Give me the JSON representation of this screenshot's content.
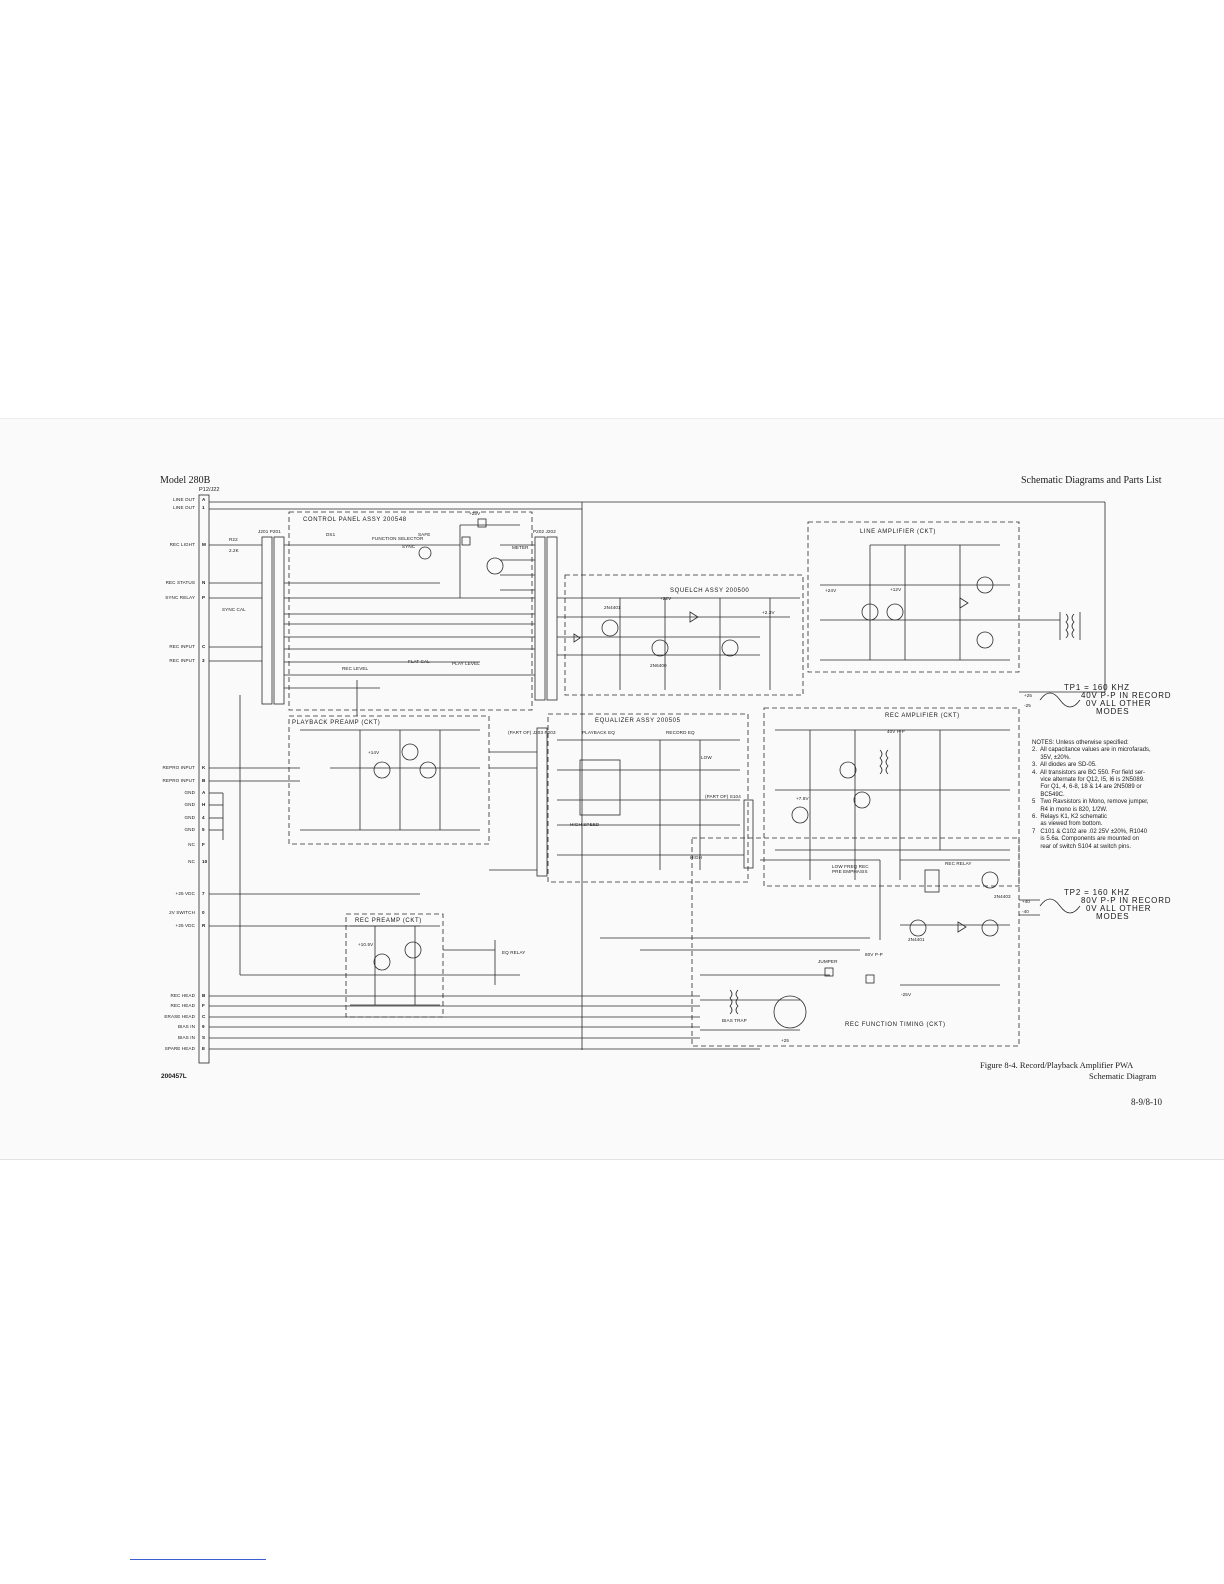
{
  "header": {
    "model": "Model 280B",
    "section": "Schematic Diagrams and Parts List"
  },
  "plug": "P12/J22",
  "connector_pins": [
    {
      "label": "LINE OUT",
      "pin": "A"
    },
    {
      "label": "LINE OUT",
      "pin": "1"
    },
    {
      "label": "REC LIGHT",
      "pin": "M"
    },
    {
      "label": "REC STATUS",
      "pin": "N"
    },
    {
      "label": "SYNC RELAY",
      "pin": "P"
    },
    {
      "label": "REC INPUT",
      "pin": "C"
    },
    {
      "label": "REC INPUT",
      "pin": "3"
    },
    {
      "label": "REPRO INPUT",
      "pin": "K"
    },
    {
      "label": "REPRO INPUT",
      "pin": "B"
    },
    {
      "label": "GND",
      "pin": "A"
    },
    {
      "label": "GND",
      "pin": "H"
    },
    {
      "label": "GND",
      "pin": "4"
    },
    {
      "label": "GND",
      "pin": "5"
    },
    {
      "label": "NC",
      "pin": "F"
    },
    {
      "label": "NC",
      "pin": "10"
    },
    {
      "label": "+25 VDC",
      "pin": "7"
    },
    {
      "label": "2V SWITCH",
      "pin": "0"
    },
    {
      "label": "+25 VDC",
      "pin": "R"
    },
    {
      "label": "REC HEAD",
      "pin": "B"
    },
    {
      "label": "REC HEAD",
      "pin": "F"
    },
    {
      "label": "ERASE HEAD",
      "pin": "C"
    },
    {
      "label": "BIAS IN",
      "pin": "9"
    },
    {
      "label": "BIAS IN",
      "pin": "S"
    },
    {
      "label": "SPARE HEAD",
      "pin": "E"
    }
  ],
  "blocks": {
    "control_panel": "CONTROL PANEL ASSY 200548",
    "squelch": "SQUELCH ASSY 200500",
    "line_amplifier": "LINE AMPLIFIER (CKT)",
    "playback_preamp": "PLAYBACK PREAMP (CKT)",
    "equalizer": "EQUALIZER ASSY 200505",
    "rec_amplifier": "REC AMPLIFIER (CKT)",
    "rec_preamp": "REC PREAMP (CKT)",
    "rec_function_timing": "REC FUNCTION TIMING (CKT)"
  },
  "connectors": {
    "j201": "J201 P201",
    "p202": "P202 J202",
    "part_of_1": "(PART OF) J203 P203",
    "part_of_2": "(PART OF) S104"
  },
  "component_labels": {
    "r22": "R22",
    "r22_val": "2.2K",
    "ds1": "DS1",
    "function_selector": "FUNCTION SELECTOR",
    "safe": "SAFE",
    "sync": "SYNC",
    "meter": "METER",
    "flat_cal": "FLAT CAL",
    "play_level": "PLAY LEVEL",
    "rec_level": "REC LEVEL",
    "sync_cal": "SYNC CAL",
    "playback_eq": "PLAYBACK EQ",
    "record_eq": "RECORD EQ",
    "low": "LOW",
    "high": "HIGH",
    "high_speed": "HIGH SPEED",
    "low_freq_rec_pre_emphasis": "LOW FREQ REC PRE EMPHASIS",
    "rec_relay": "REC RELAY",
    "eq_relay": "EQ RELAY",
    "bias_trap": "BIAS TRAP",
    "jumper": "JUMPER",
    "q3": "2N4401",
    "q4": "2N6400",
    "q5": "2N4403",
    "q6": "2N4401"
  },
  "voltages": {
    "v1": "+25V",
    "v2": "+2.3V",
    "v3": "+24V",
    "v4": "+10.5V",
    "v5": "+14V",
    "v6": "+12V",
    "v7": "+7.8V",
    "v8": "+22V",
    "v9": "80V P-P",
    "v10": "40V P-P",
    "v11": "-25V",
    "v12": "+25"
  },
  "test_points": [
    {
      "name": "TP1",
      "line1": "TP1 = 160 KHZ",
      "line2": "40V P-P  IN RECORD",
      "line3": "0V ALL OTHER",
      "line4": "MODES",
      "left_top": "+25",
      "left_bottom": "-25"
    },
    {
      "name": "TP2",
      "line1": "TP2 = 160 KHZ",
      "line2": "80V P-P  IN RECORD",
      "line3": "0V ALL OTHER",
      "line4": "MODES",
      "left_top": "+40",
      "left_bottom": "-40"
    }
  ],
  "notes": {
    "heading": "NOTES:  Unless otherwise specified:",
    "items": [
      "2.  All capacitance values are in microfarads,",
      "     35V, ±20%.",
      "3.  All diodes are SD-05.",
      "4.  All transistors are BC 550. For field ser-",
      "     vice alternate for Q12, I5, I6 is 2N5089.",
      "     For Q1, 4, 6-8, 18 & 14 are 2N5089 or",
      "     BC549C.",
      "5   Two Ravsistors in Mono, remove jumper,",
      "     R4 in mono is 820, 1/2W.",
      "6.  Relays K1, K2 schematic",
      "     as viewed from bottom.",
      "7   C101 & C102 are .02 25V ±20%, R1040",
      "     is 5.6a. Components are mounted on",
      "     rear of switch S104 at switch pins."
    ]
  },
  "figure": {
    "caption_line1": "Figure 8-4.  Record/Playback Amplifier PWA",
    "caption_line2": "Schematic Diagram"
  },
  "drawing_number": "200457L",
  "page_number": "8-9/8-10"
}
